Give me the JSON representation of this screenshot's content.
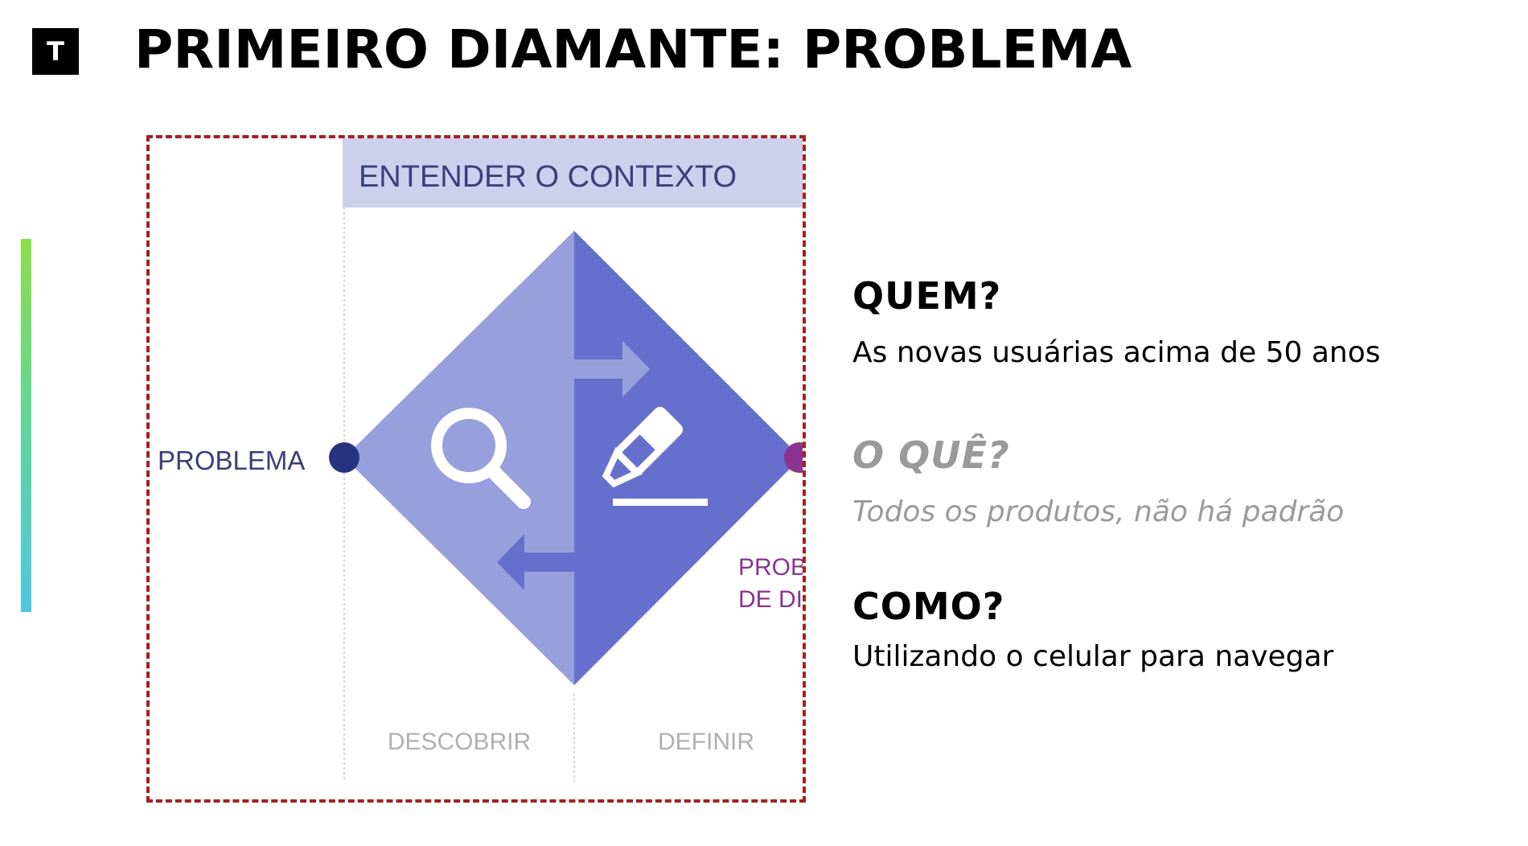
{
  "header": {
    "logo_letter": "T",
    "title": "PRIMEIRO DIAMANTE: PROBLEMA"
  },
  "diagram": {
    "banner": "ENTENDER O CONTEXTO",
    "left_label": "PROBLEMA",
    "right_label_line1": "PROB",
    "right_label_line2": "DE DI",
    "phase_left": "DESCOBRIR",
    "phase_right": "DEFINIR",
    "icons": [
      "magnifier-icon",
      "highlighter-icon",
      "arrow-right-icon",
      "arrow-left-icon"
    ],
    "colors": {
      "frame": "#a32020",
      "banner_bg": "#ccd0ec",
      "banner_text": "#3a3f7a",
      "diamond_light": "#97a0dd",
      "diamond_dark": "#6670cc",
      "dot_left": "#283380",
      "dot_right": "#8b3391",
      "right_label": "#8b3391",
      "phase_text": "#b0b0b0"
    }
  },
  "questions": {
    "quem": {
      "heading": "QUEM?",
      "text": "As novas usuárias acima de 50 anos"
    },
    "oque": {
      "heading": "O QUÊ?",
      "text": "Todos os produtos, não há padrão"
    },
    "como": {
      "heading": "COMO?",
      "text": "Utilizando o celular para navegar"
    }
  }
}
